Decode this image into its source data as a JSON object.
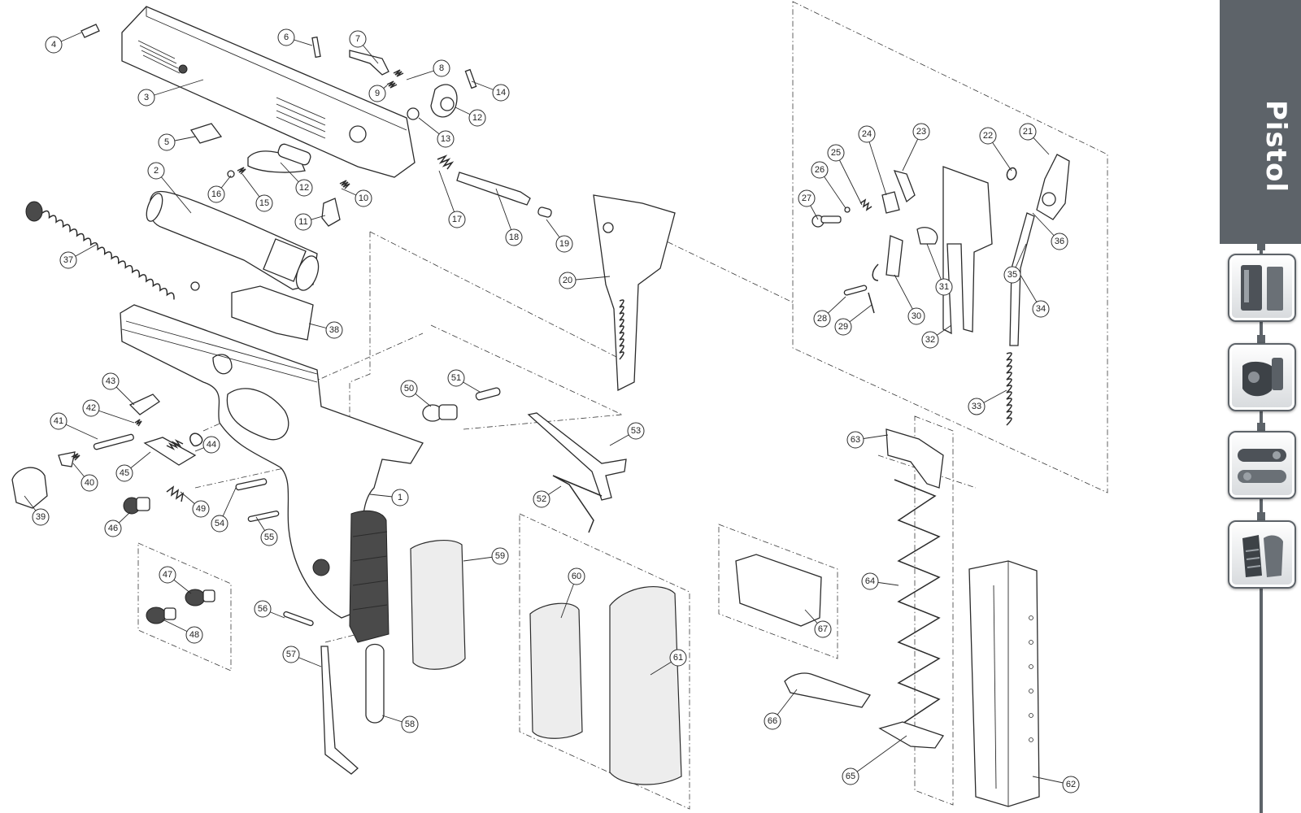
{
  "section_title": "Pistol",
  "callouts": [
    "1",
    "2",
    "3",
    "4",
    "5",
    "6",
    "7",
    "8",
    "9",
    "10",
    "11",
    "12",
    "12",
    "13",
    "14",
    "15",
    "16",
    "17",
    "18",
    "19",
    "20",
    "21",
    "22",
    "23",
    "24",
    "25",
    "26",
    "27",
    "28",
    "29",
    "30",
    "31",
    "32",
    "33",
    "34",
    "35",
    "36",
    "37",
    "38",
    "39",
    "40",
    "41",
    "42",
    "43",
    "44",
    "45",
    "46",
    "47",
    "48",
    "49",
    "50",
    "51",
    "52",
    "53",
    "54",
    "55",
    "56",
    "57",
    "58",
    "59",
    "60",
    "61",
    "62",
    "63",
    "64",
    "65",
    "66",
    "67"
  ],
  "nav": [
    {
      "icon": "magazine-icon"
    },
    {
      "icon": "holster-icon"
    },
    {
      "icon": "barrel-icon"
    },
    {
      "icon": "grip-panels-icon"
    }
  ]
}
